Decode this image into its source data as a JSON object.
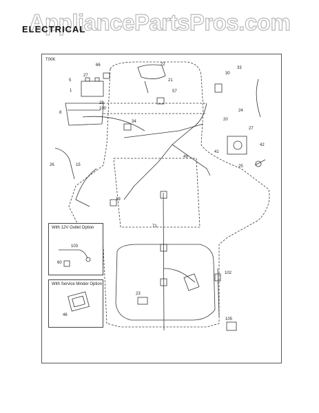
{
  "watermark": "AppliancePartsPros.com",
  "section_title": "ELECTRICAL",
  "diagram_code": "T00K",
  "options": {
    "outlet": {
      "title": "With 12V Outlet Option",
      "parts": [
        "103",
        "60"
      ]
    },
    "service": {
      "title": "With Service Minder Option",
      "parts": [
        "46"
      ]
    }
  },
  "part_numbers": [
    "66",
    "22",
    "33",
    "27",
    "5",
    "21",
    "1",
    "57",
    "30",
    "24",
    "29",
    "100",
    "8",
    "34",
    "20",
    "27",
    "41",
    "42",
    "25",
    "26",
    "15",
    "49",
    "19",
    "71",
    "102",
    "23",
    "105"
  ]
}
